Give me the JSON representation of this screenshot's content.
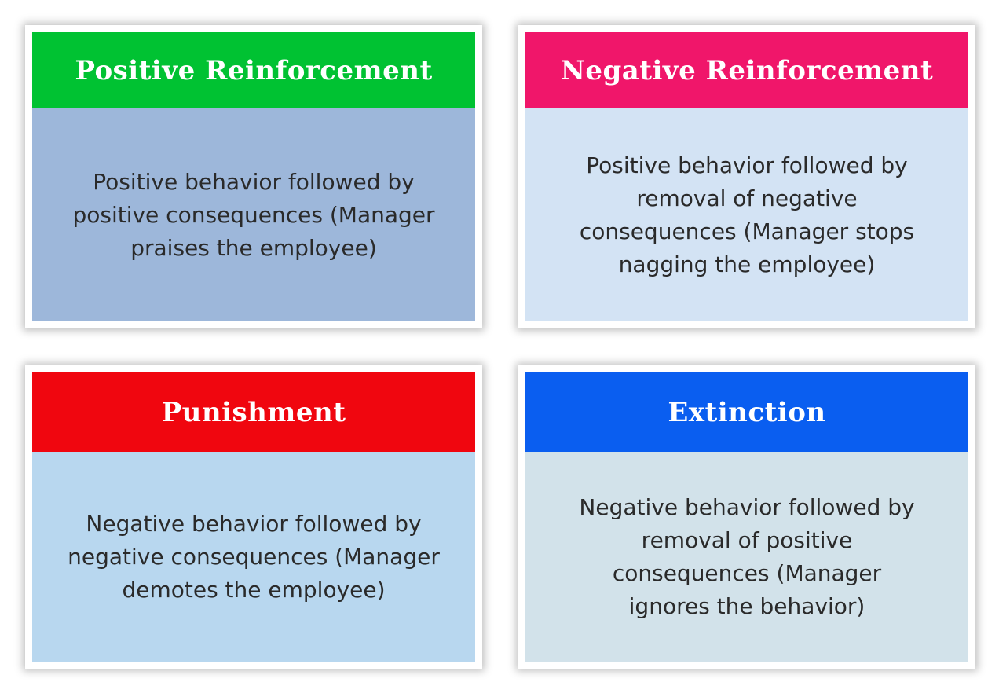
{
  "cards": [
    {
      "title": "Positive Reinforcement",
      "description": "Positive behavior followed by positive consequences (Manager praises the employee)",
      "header_color": "#00c232",
      "body_color": "#9db7da"
    },
    {
      "title": "Negative Reinforcement",
      "description": "Positive behavior followed by removal of negative consequences (Manager stops nagging the employee)",
      "header_color": "#f0166a",
      "body_color": "#d3e3f4"
    },
    {
      "title": "Punishment",
      "description": "Negative behavior followed by negative consequences (Manager demotes the employee)",
      "header_color": "#f0060f",
      "body_color": "#b8d7ef"
    },
    {
      "title": "Extinction",
      "description": "Negative behavior followed by removal of positive consequences (Manager ignores the behavior)",
      "header_color": "#0a5ef0",
      "body_color": "#d2e2ea"
    }
  ]
}
